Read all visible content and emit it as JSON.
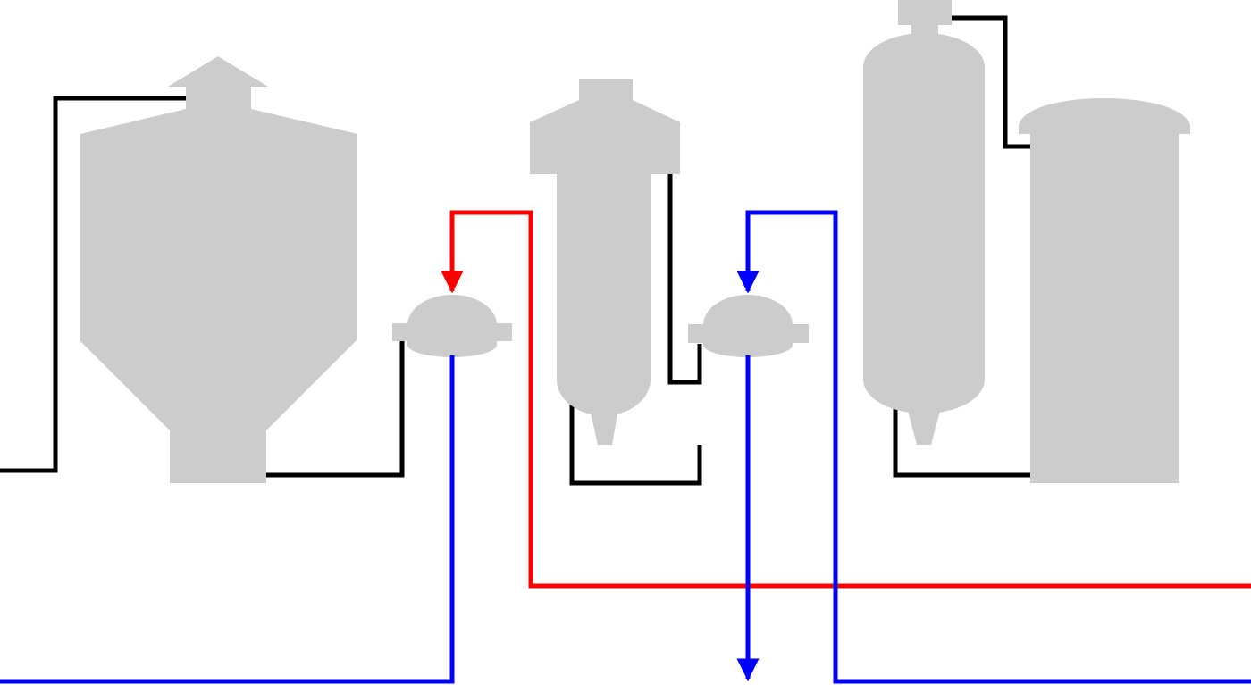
{
  "colors": {
    "background": "#ffffff",
    "equipment": "#cccccc",
    "process_line": "#000000",
    "hot_stream": "#ff0000",
    "cold_stream": "#0000ff"
  },
  "equipment": [
    {
      "id": "silo",
      "icon": "hopper-silo-icon"
    },
    {
      "id": "heat-exchanger-1",
      "icon": "heat-exchanger-icon"
    },
    {
      "id": "cyclone-separator",
      "icon": "cyclone-icon"
    },
    {
      "id": "heat-exchanger-2",
      "icon": "heat-exchanger-icon"
    },
    {
      "id": "column",
      "icon": "vertical-vessel-icon"
    },
    {
      "id": "storage-tank",
      "icon": "storage-tank-icon"
    }
  ],
  "streams": [
    {
      "id": "process-lines",
      "kind": "process",
      "color": "#000000"
    },
    {
      "id": "hot-utility",
      "kind": "hot",
      "color": "#ff0000"
    },
    {
      "id": "cold-utility-1",
      "kind": "cold",
      "color": "#0000ff"
    },
    {
      "id": "cold-utility-2",
      "kind": "cold",
      "color": "#0000ff"
    }
  ]
}
